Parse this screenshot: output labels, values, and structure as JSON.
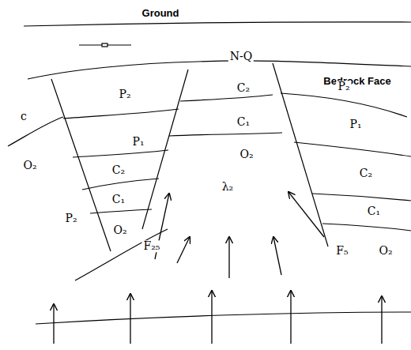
{
  "diagram": {
    "labels": [
      "Ground",
      "N-Q",
      "Bedrock Face",
      "P₂",
      "C₂",
      "P₂",
      "c",
      "C₁",
      "P₁",
      "P₁",
      "O₂",
      "O₂",
      "C₂",
      "C₂",
      "λ₂",
      "P₂",
      "C₁",
      "C₁",
      "O₂",
      "F₂₅",
      "F₅",
      "O₂"
    ]
  }
}
